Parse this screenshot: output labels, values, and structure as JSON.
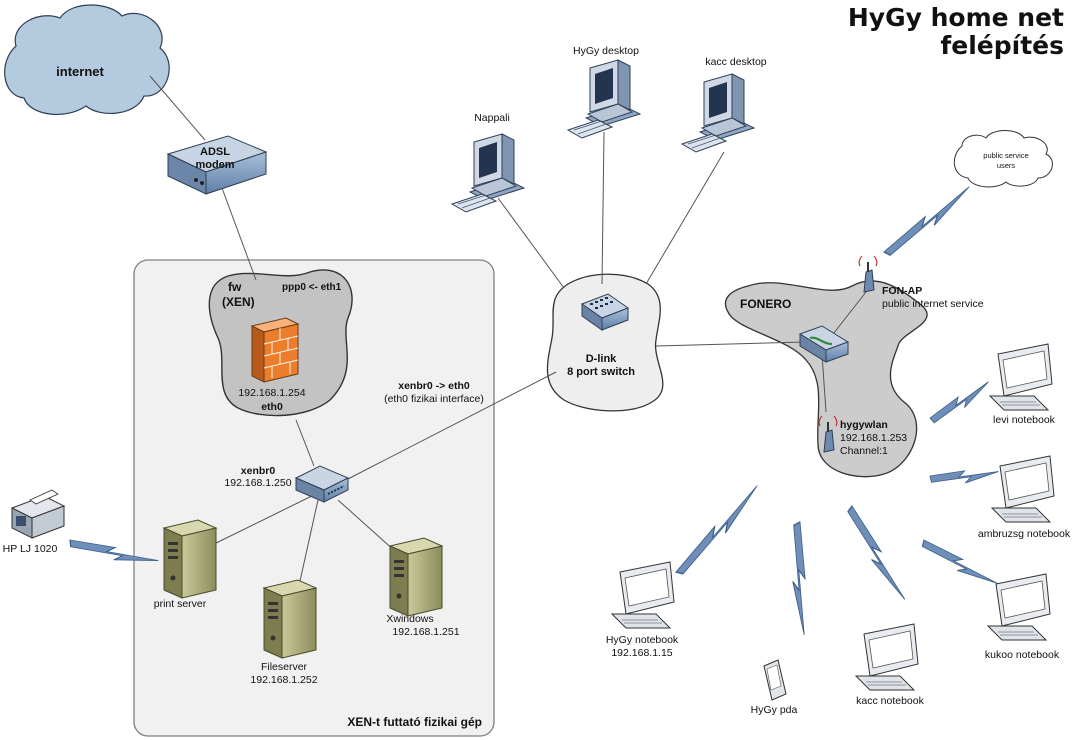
{
  "title": {
    "line1": "HyGy home net",
    "line2": "felépítés"
  },
  "cloud_internet": "internet",
  "cloud_public": {
    "line1": "public service",
    "line2": "users"
  },
  "adsl": {
    "line1": "ADSL",
    "line2": "modem"
  },
  "fw": {
    "name": "fw",
    "sub": "(XEN)",
    "iface": "ppp0 <- eth1",
    "ip": "192.168.1.254",
    "eth": "eth0"
  },
  "xen_host_label": "XEN-t futtató fizikai gép",
  "xenbr0": {
    "name": "xenbr0",
    "ip": "192.168.1.250"
  },
  "xenbr_link": {
    "line1": "xenbr0 -> eth0",
    "line2": "(eth0 fizikai interface)"
  },
  "dlink": {
    "line1": "D-link",
    "line2": "8 port switch"
  },
  "print_server": "print server",
  "fileserver": {
    "name": "Fileserver",
    "ip": "192.168.1.252"
  },
  "xwindows": {
    "name": "Xwindows",
    "ip": "192.168.1.251"
  },
  "printer": "HP LJ 1020",
  "desktops": {
    "nappali": "Nappali",
    "hygy": "HyGy desktop",
    "kacc": "kacc desktop"
  },
  "fonero": {
    "name": "FONERO",
    "fon_ap": "FON-AP",
    "fon_ap_desc": "public internet service",
    "hygywlan": "hygywlan",
    "hygywlan_ip": "192.168.1.253",
    "hygywlan_ch": "Channel:1"
  },
  "notebooks": {
    "levi": "levi notebook",
    "ambruzsg": "ambruzsg notebook",
    "kukoo": "kukoo notebook",
    "kacc": "kacc notebook",
    "hygy": "HyGy notebook",
    "hygy_ip": "192.168.1.15",
    "pda": "HyGy pda"
  },
  "colors": {
    "cloud_fill": "#b5cde0",
    "region_fill": "#c8c8c8",
    "host_fill": "#f0f0f0",
    "device_blue": "#6f8fb5",
    "server_olive": "#9a9a6a",
    "firewall": "#e87a2a",
    "bolt": "#5b7fa8"
  }
}
